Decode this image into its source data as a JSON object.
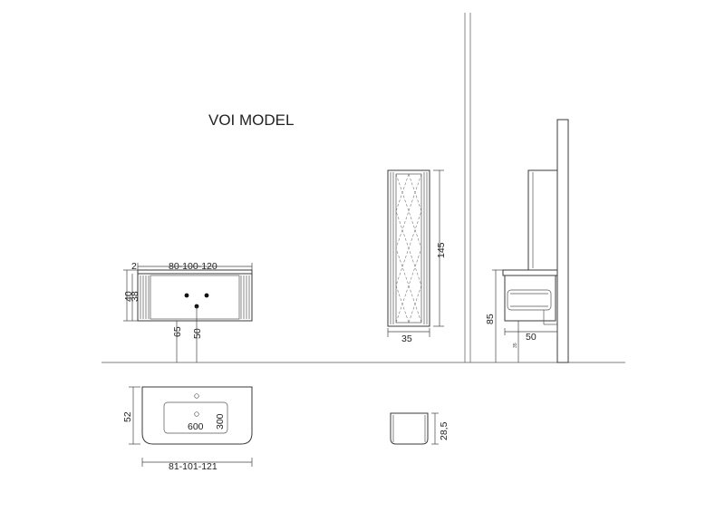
{
  "title": "VOI MODEL",
  "front_view": {
    "width_label": "80-100-120",
    "top_thickness_label": "2",
    "height_outer_label": "40",
    "height_inner_label": "38",
    "drain_height_label": "65",
    "drain_offset_label": "50"
  },
  "tall_cabinet": {
    "height_label": "145",
    "width_label": "35"
  },
  "side_view": {
    "height_label": "85",
    "depth_label": "50",
    "small_label": "35"
  },
  "basin_top": {
    "depth_label": "52",
    "basin_width_label": "600",
    "basin_depth_label": "300",
    "width_label": "81-101-121"
  },
  "small_unit": {
    "height_label": "28,5"
  }
}
